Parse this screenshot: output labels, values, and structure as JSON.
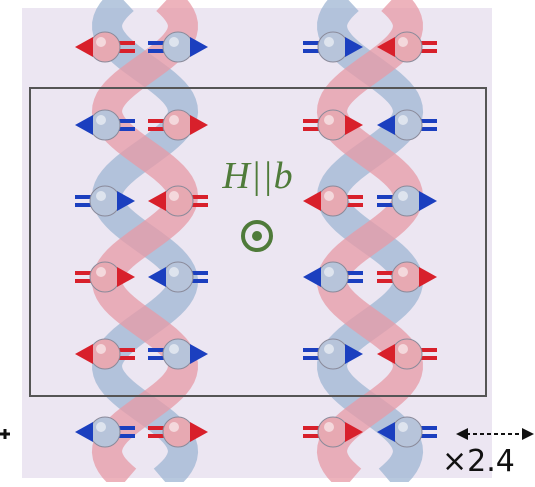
{
  "figure": {
    "field_label": "H||b",
    "scale_label": "×2.4"
  },
  "colors": {
    "background_panel": "#ece6f2",
    "frame": "#555555",
    "red_ribbon": "#e79aa5",
    "blue_ribbon": "#9fb5d3",
    "red_arrow": "#d8202b",
    "blue_arrow": "#1b3fbf",
    "red_atom": "#e7a9b2",
    "blue_atom": "#b7c4da",
    "field_symbol": "#4f7b3a"
  },
  "icons": [
    "spin-arrow-icon",
    "field-out-of-plane-icon",
    "scale-arrow-icon"
  ],
  "spin_columns": [
    {
      "rows": [
        [
          {
            "atom": "red",
            "dir": "left"
          },
          {
            "atom": "blue",
            "dir": "right"
          }
        ],
        [
          {
            "atom": "blue",
            "dir": "left"
          },
          {
            "atom": "red",
            "dir": "right"
          }
        ],
        [
          {
            "atom": "blue",
            "dir": "right"
          },
          {
            "atom": "red",
            "dir": "left"
          }
        ],
        [
          {
            "atom": "red",
            "dir": "right"
          },
          {
            "atom": "blue",
            "dir": "left"
          }
        ],
        [
          {
            "atom": "red",
            "dir": "left"
          },
          {
            "atom": "blue",
            "dir": "right"
          }
        ],
        [
          {
            "atom": "blue",
            "dir": "left"
          },
          {
            "atom": "red",
            "dir": "right"
          }
        ]
      ]
    },
    {
      "rows": [
        [
          {
            "atom": "blue",
            "dir": "right"
          },
          {
            "atom": "red",
            "dir": "left"
          }
        ],
        [
          {
            "atom": "red",
            "dir": "right"
          },
          {
            "atom": "blue",
            "dir": "left"
          }
        ],
        [
          {
            "atom": "red",
            "dir": "left"
          },
          {
            "atom": "blue",
            "dir": "right"
          }
        ],
        [
          {
            "atom": "blue",
            "dir": "left"
          },
          {
            "atom": "red",
            "dir": "right"
          }
        ],
        [
          {
            "atom": "blue",
            "dir": "right"
          },
          {
            "atom": "red",
            "dir": "left"
          }
        ],
        [
          {
            "atom": "red",
            "dir": "right"
          },
          {
            "atom": "blue",
            "dir": "left"
          }
        ]
      ]
    }
  ]
}
